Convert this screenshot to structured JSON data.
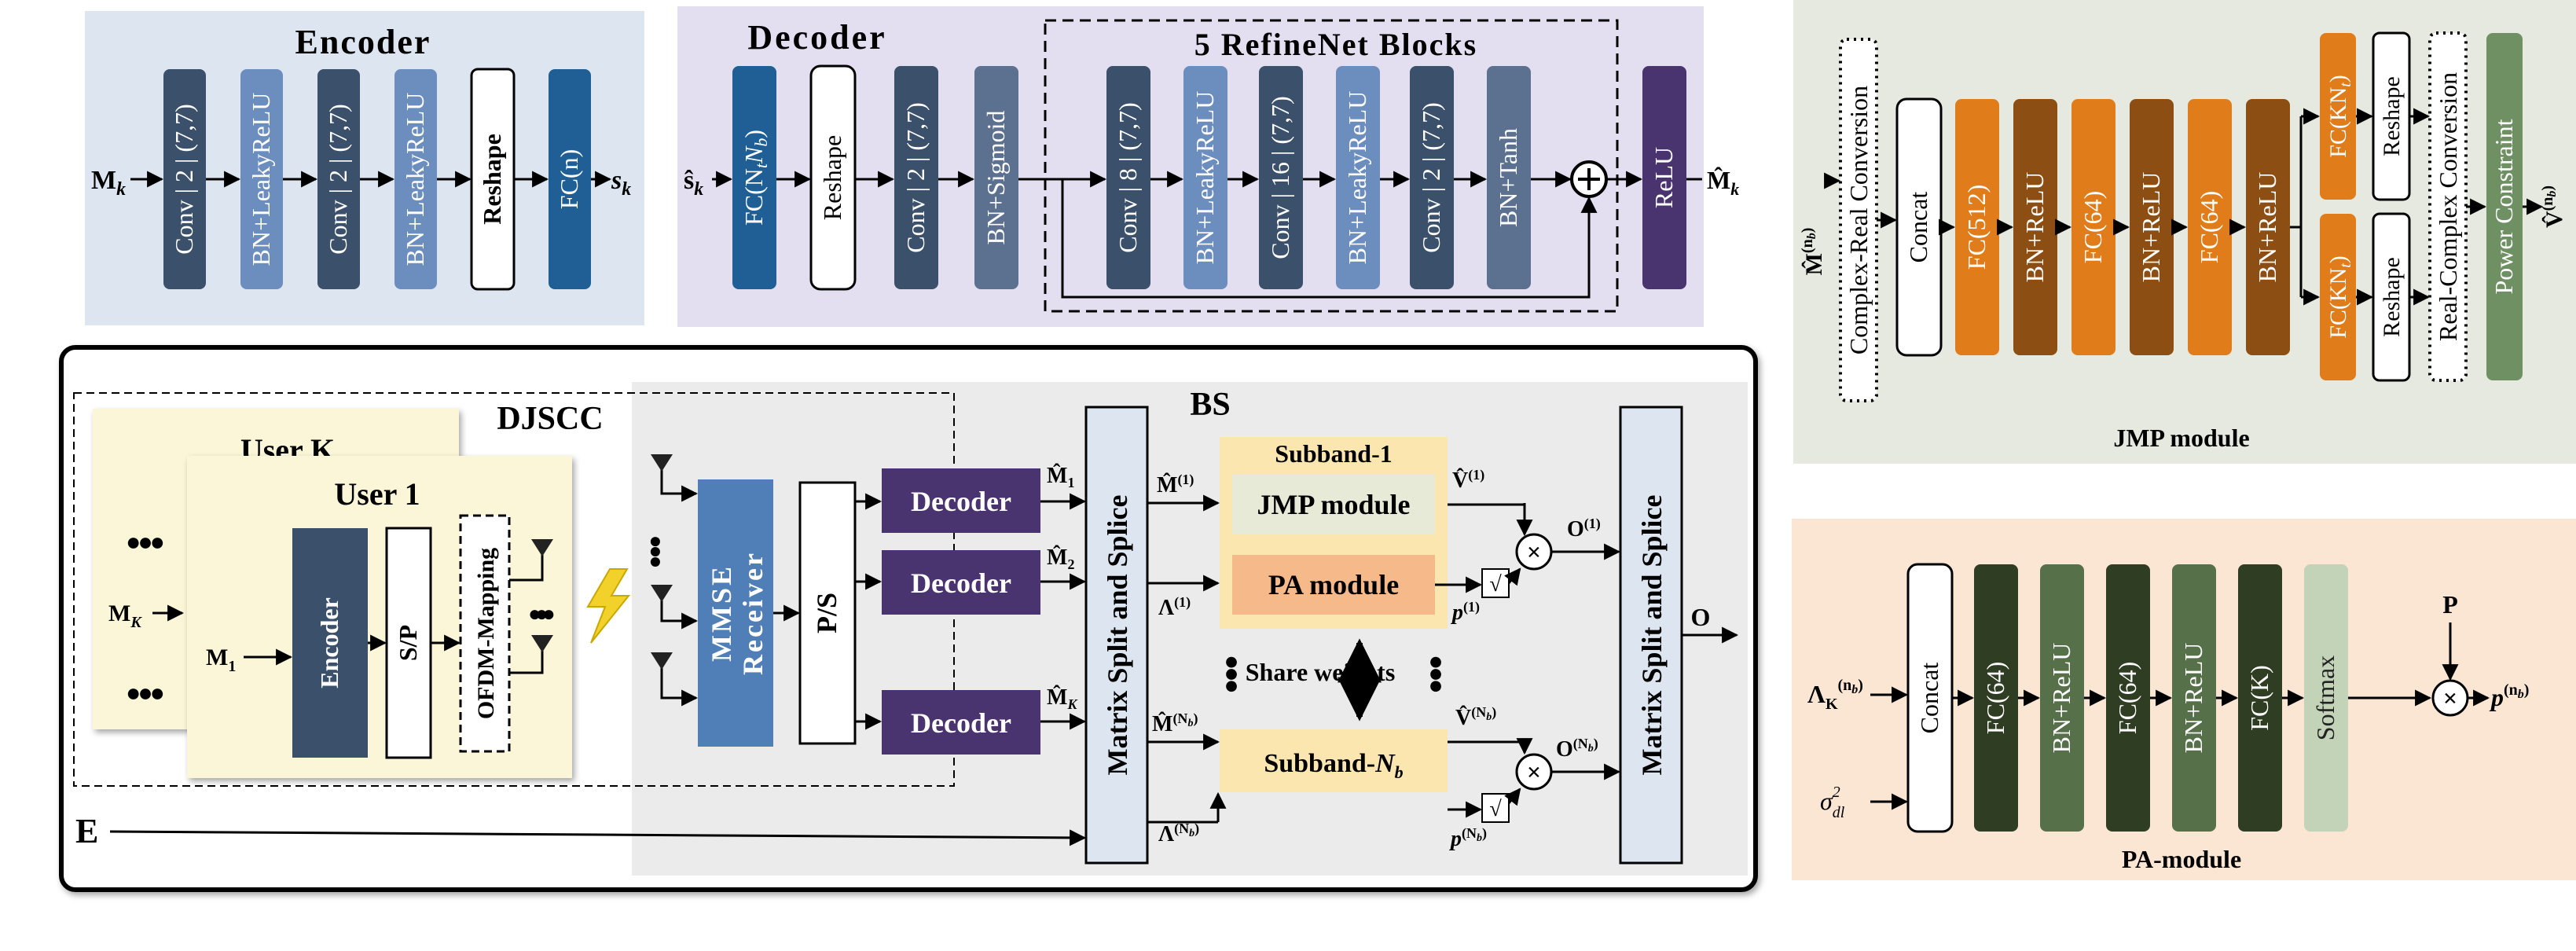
{
  "encoder": {
    "title": "Encoder",
    "input": "M",
    "input_sub": "k",
    "output": "s",
    "output_sub": "k",
    "blocks": [
      "Conv | 2 | (7,7)",
      "BN+LeakyReLU",
      "Conv | 2 | (7,7)",
      "BN+LeakyReLU",
      "Reshape",
      "FC(n)"
    ]
  },
  "decoder": {
    "title": "Decoder",
    "input": "ŝ",
    "input_sub": "k",
    "output": "M̂",
    "output_sub": "k",
    "fc_label": "FC(N",
    "fc_label_sub1": "t",
    "fc_label_mid": "N",
    "fc_label_sub2": "b",
    "fc_label_end": ")",
    "blocks": [
      "Reshape",
      "Conv | 2 | (7,7)",
      "BN+Sigmoid"
    ],
    "refine_title": "5  RefineNet  Blocks",
    "refine_blocks": [
      "Conv | 8 | (7,7)",
      "BN+LeakyReLU",
      "Conv | 16 | (7,7)",
      "BN+LeakyReLU",
      "Conv | 2 | (7,7)",
      "BN+Tanh"
    ],
    "final_block": "ReLU",
    "plus": "+"
  },
  "jmp": {
    "caption": "JMP module",
    "input": "M̂",
    "input_sup": "(n",
    "input_sup_sub": "b",
    "input_sup_end": ")",
    "output": "V̂",
    "output_sup": "(n",
    "output_sup_sub": "b",
    "output_sup_end": ")",
    "crc": "Complex-Real Conversion",
    "concat": "Concat",
    "fc_blocks": [
      "FC(512)",
      "BN+ReLU",
      "FC(64)",
      "BN+ReLU",
      "FC(64)",
      "BN+ReLU"
    ],
    "fc_top": "FC(KN",
    "fc_top_sub": "t",
    "fc_top_end": ")",
    "reshape": "Reshape",
    "rcc": "Real-Complex Conversion",
    "power": "Power Constraint"
  },
  "pa": {
    "caption": "PA-module",
    "input1": "Λ",
    "input1_sub": "K",
    "input1_sup": "(n",
    "input1_sup_sub": "b",
    "input1_sup_end": ")",
    "input2": "σ",
    "input2_sub": "dl",
    "input2_sup": "2",
    "concat": "Concat",
    "blocks": [
      "FC(64)",
      "BN+ReLU",
      "FC(64)",
      "BN+ReLU",
      "FC(K)",
      "Softmax"
    ],
    "p_label": "P",
    "output": "p",
    "output_sup": "(n",
    "output_sup_sub": "b",
    "output_sup_end": ")",
    "times": "×"
  },
  "system": {
    "djscc": "DJSCC",
    "bs": "BS",
    "userk": "User K",
    "user1": "User 1",
    "dots": "●●●",
    "mk": "M",
    "mk_sub": "K",
    "m1": "M",
    "m1_sub": "1",
    "encoder": "Encoder",
    "sp": "S/P",
    "ofdm": "OFDM-Mapping",
    "mmse1": "MMSE",
    "mmse2": "Receiver",
    "ps": "P/S",
    "decoder": "Decoder",
    "msplit": "Matrix Split and Splice",
    "subband1": "Subband-1",
    "subbandN": "Subband-",
    "subbandN_it": "N",
    "subbandN_sub": "b",
    "jmp": "JMP module",
    "pa": "PA module",
    "share": "Share weights",
    "sqrt": "√",
    "times": "×",
    "E": "E",
    "O": "O",
    "dec_out": [
      {
        "t": "M̂",
        "s": "1"
      },
      {
        "t": "M̂",
        "s": "2"
      },
      {
        "t": "M̂",
        "s": "K"
      }
    ],
    "m1sup": "M̂",
    "m1sup_s": "(1)",
    "mNsup": "M̂",
    "mNsup_s": "(N",
    "l1": "Λ",
    "l1_s": "(1)",
    "lN": "Λ",
    "lN_s": "(N",
    "v1": "V̂",
    "v1_s": "(1)",
    "vN": "V̂",
    "vN_s": "(N",
    "p1": "p",
    "p1_s": "(1)",
    "pN": "p",
    "pN_s": "(N",
    "o1": "O",
    "o1_s": "(1)",
    "oN": "O",
    "oN_s": "(N",
    "sb": "b",
    "close": ")"
  }
}
